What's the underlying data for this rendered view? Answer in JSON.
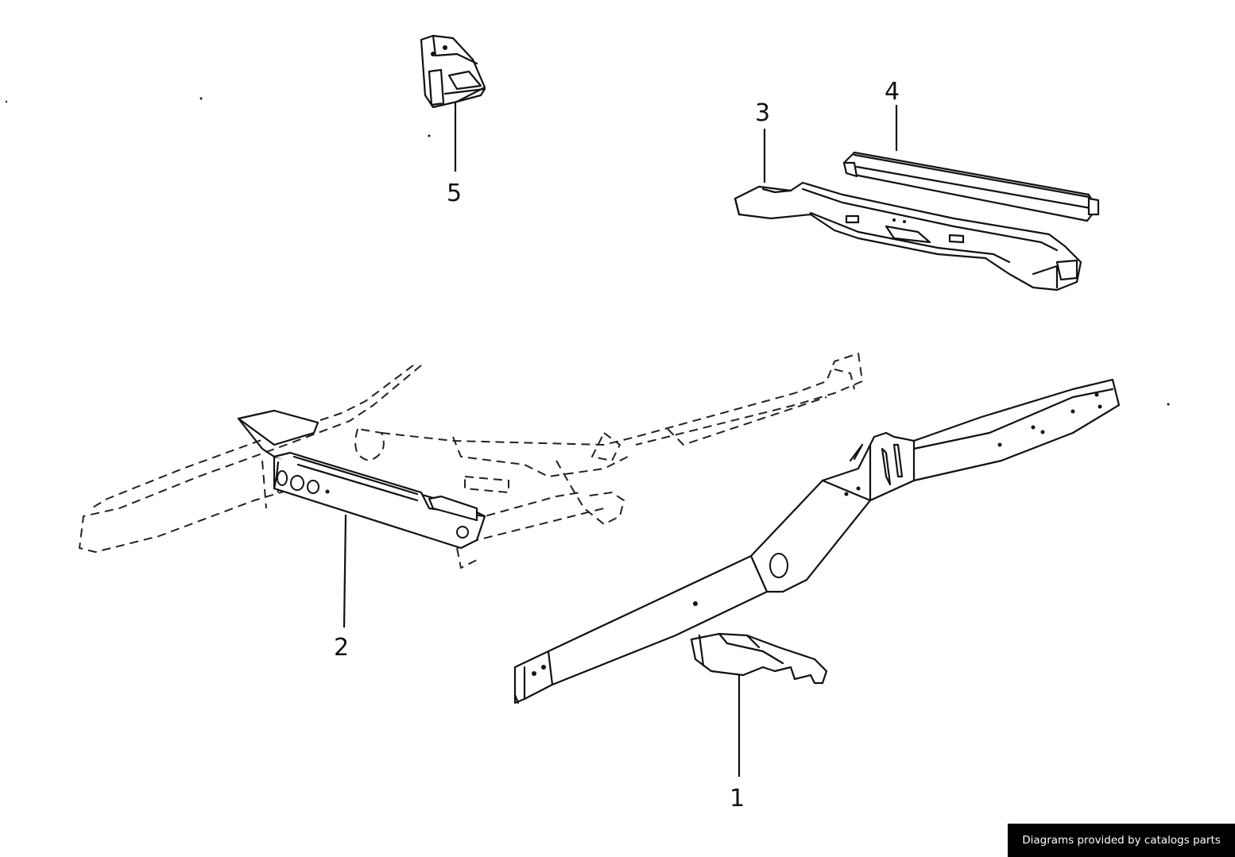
{
  "diagram": {
    "callouts": [
      {
        "id": "1",
        "label": "1"
      },
      {
        "id": "2",
        "label": "2"
      },
      {
        "id": "3",
        "label": "3"
      },
      {
        "id": "4",
        "label": "4"
      },
      {
        "id": "5",
        "label": "5"
      }
    ]
  },
  "footer": {
    "credit": "Diagrams provided by catalogs parts"
  }
}
